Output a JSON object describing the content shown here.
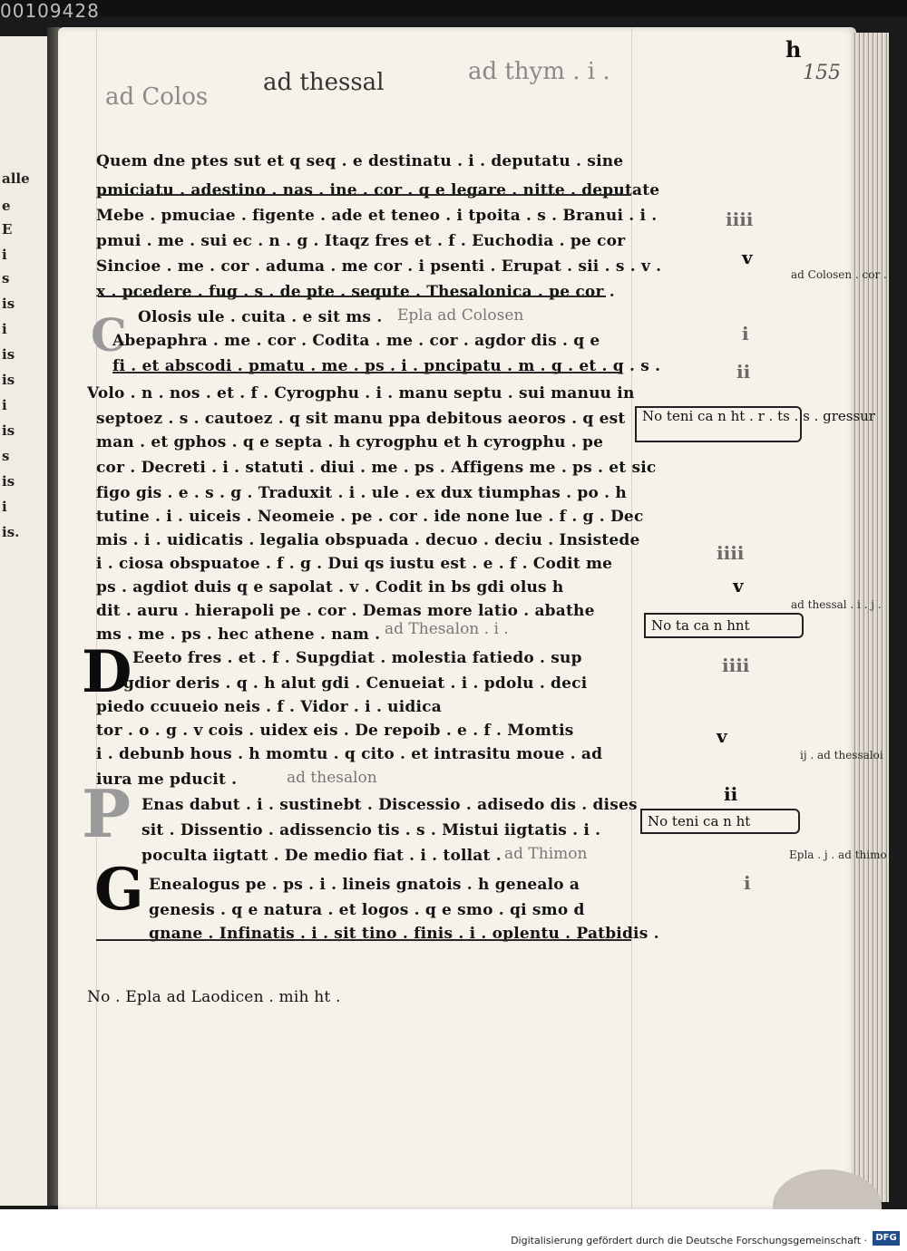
{
  "scan": {
    "frame_id": "00109428"
  },
  "page": {
    "foliation": "155",
    "quire_mark": "h",
    "running_headings": [
      "ad Colos",
      "ad thessal",
      "ad thym . i ."
    ],
    "left_page_fragments": [
      "alle",
      "e",
      "E",
      "i",
      "s",
      "is",
      "i",
      "is",
      "is",
      "i",
      "is",
      "s",
      "is",
      "i",
      "is."
    ]
  },
  "text_lines": [
    "Quem dne ptes sut et q seq . e destinatu . i . deputatu . sine",
    "pmiciatu . adestino . nas . ine . cor . q e legare . nitte . deputate",
    "Mebe . pmuciae . figente . ade et teneo . i tpoita . s . Branui . i .",
    "pmui . me . sui ec . n . g . Itaqz fres et . f . Euchodia . pe cor",
    "Sincioe . me . cor . aduma . me cor . i psenti . Erupat . sii . s . v .",
    "x . pcedere . fug . s . de pte . sequte . Thesalonica . pe cor .",
    "Olosis ule . cuita . e sit ms .",
    "Abepaphra . me . cor . Codita . me . cor . agdor dis . q e",
    "fi . et abscodi . pmatu . me . ps . i . pncipatu . m . g . et . q . s .",
    "Volo . n . nos . et . f . Cyrogphu . i . manu septu . sui manuu in",
    "septoez . s . cautoez . q sit manu ppa debitous aeoros . q est",
    "man . et gphos . q e septa . h cyrogphu et h cyrogphu . pe",
    "cor . Decreti . i . statuti . diui . me . ps . Affigens me . ps . et sic",
    "figo gis . e . s . g . Traduxit . i . ule . ex dux tiumphas . po . h",
    "tutine . i . uiceis . Neomeie . pe . cor . ide none lue . f . g . Dec",
    "mis . i . uidicatis . legalia obspuada . decuo . deciu . Insistede",
    "i . ciosa obspuatoe . f . g . Dui qs iustu est . e . f . Codit me",
    "ps . agdiot duis q e sapolat . v . Codit in bs gdi olus h",
    "dit . auru . hierapoli pe . cor . Demas more latio . abathe",
    "ms . me . ps . hec athene . nam .",
    "Eeeto fres . et . f . Supgdiat . molestia fatiedo . sup",
    "gdior deris . q . h alut gdi . Cenueiat . i . pdolu . deci",
    "piedo ccuueio neis . f . Vidor . i . uidica",
    "tor . o . g . v cois . uidex eis . De repoib . e . f . Momtis",
    "i . debunb hous . h momtu . q cito . et intrasitu moue . ad",
    "iura me pducit .",
    "Enas dabut . i . sustinebt . Discessio . adisedo dis . dises",
    "sit . Dissentio . adissencio tis . s . Mistui iigtatis . i .",
    "poculta iigtatt . De medio fiat . i . tollat .",
    "Enealogus pe . ps . i . lineis gnatois . h genealo a",
    "genesis . q e natura . et logos . q e smo . qi smo d",
    "gnane . Infinatis . i . sit tino . finis . i . oplentu . Patbidis .",
    "No . Epla ad Laodicen . mih ht ."
  ],
  "initials": [
    "C",
    "D",
    "P",
    "G"
  ],
  "rubrics": [
    "Epla ad Colosen",
    "ad Thesalon . i .",
    "ad thesalon",
    "ad Thimon"
  ],
  "marginalia": {
    "numerals": [
      "iiii",
      "v",
      "i",
      "ii",
      "iiii",
      "v",
      "iiii",
      "v",
      "ii",
      "i"
    ],
    "boxed_notes": [
      "No teni ca n ht . r . ts . s . gressur",
      "No ta ca n hnt",
      "No teni ca n ht"
    ],
    "small_notes": [
      "ad Colosen . cor .",
      "ad thessal . i . j .",
      "ij . ad thessaloi",
      "Epla . j . ad thimo ."
    ]
  },
  "footer": {
    "credit": "Digitalisierung gefördert durch die Deutsche Forschungsgemeinschaft ·",
    "logo": "DFG"
  }
}
